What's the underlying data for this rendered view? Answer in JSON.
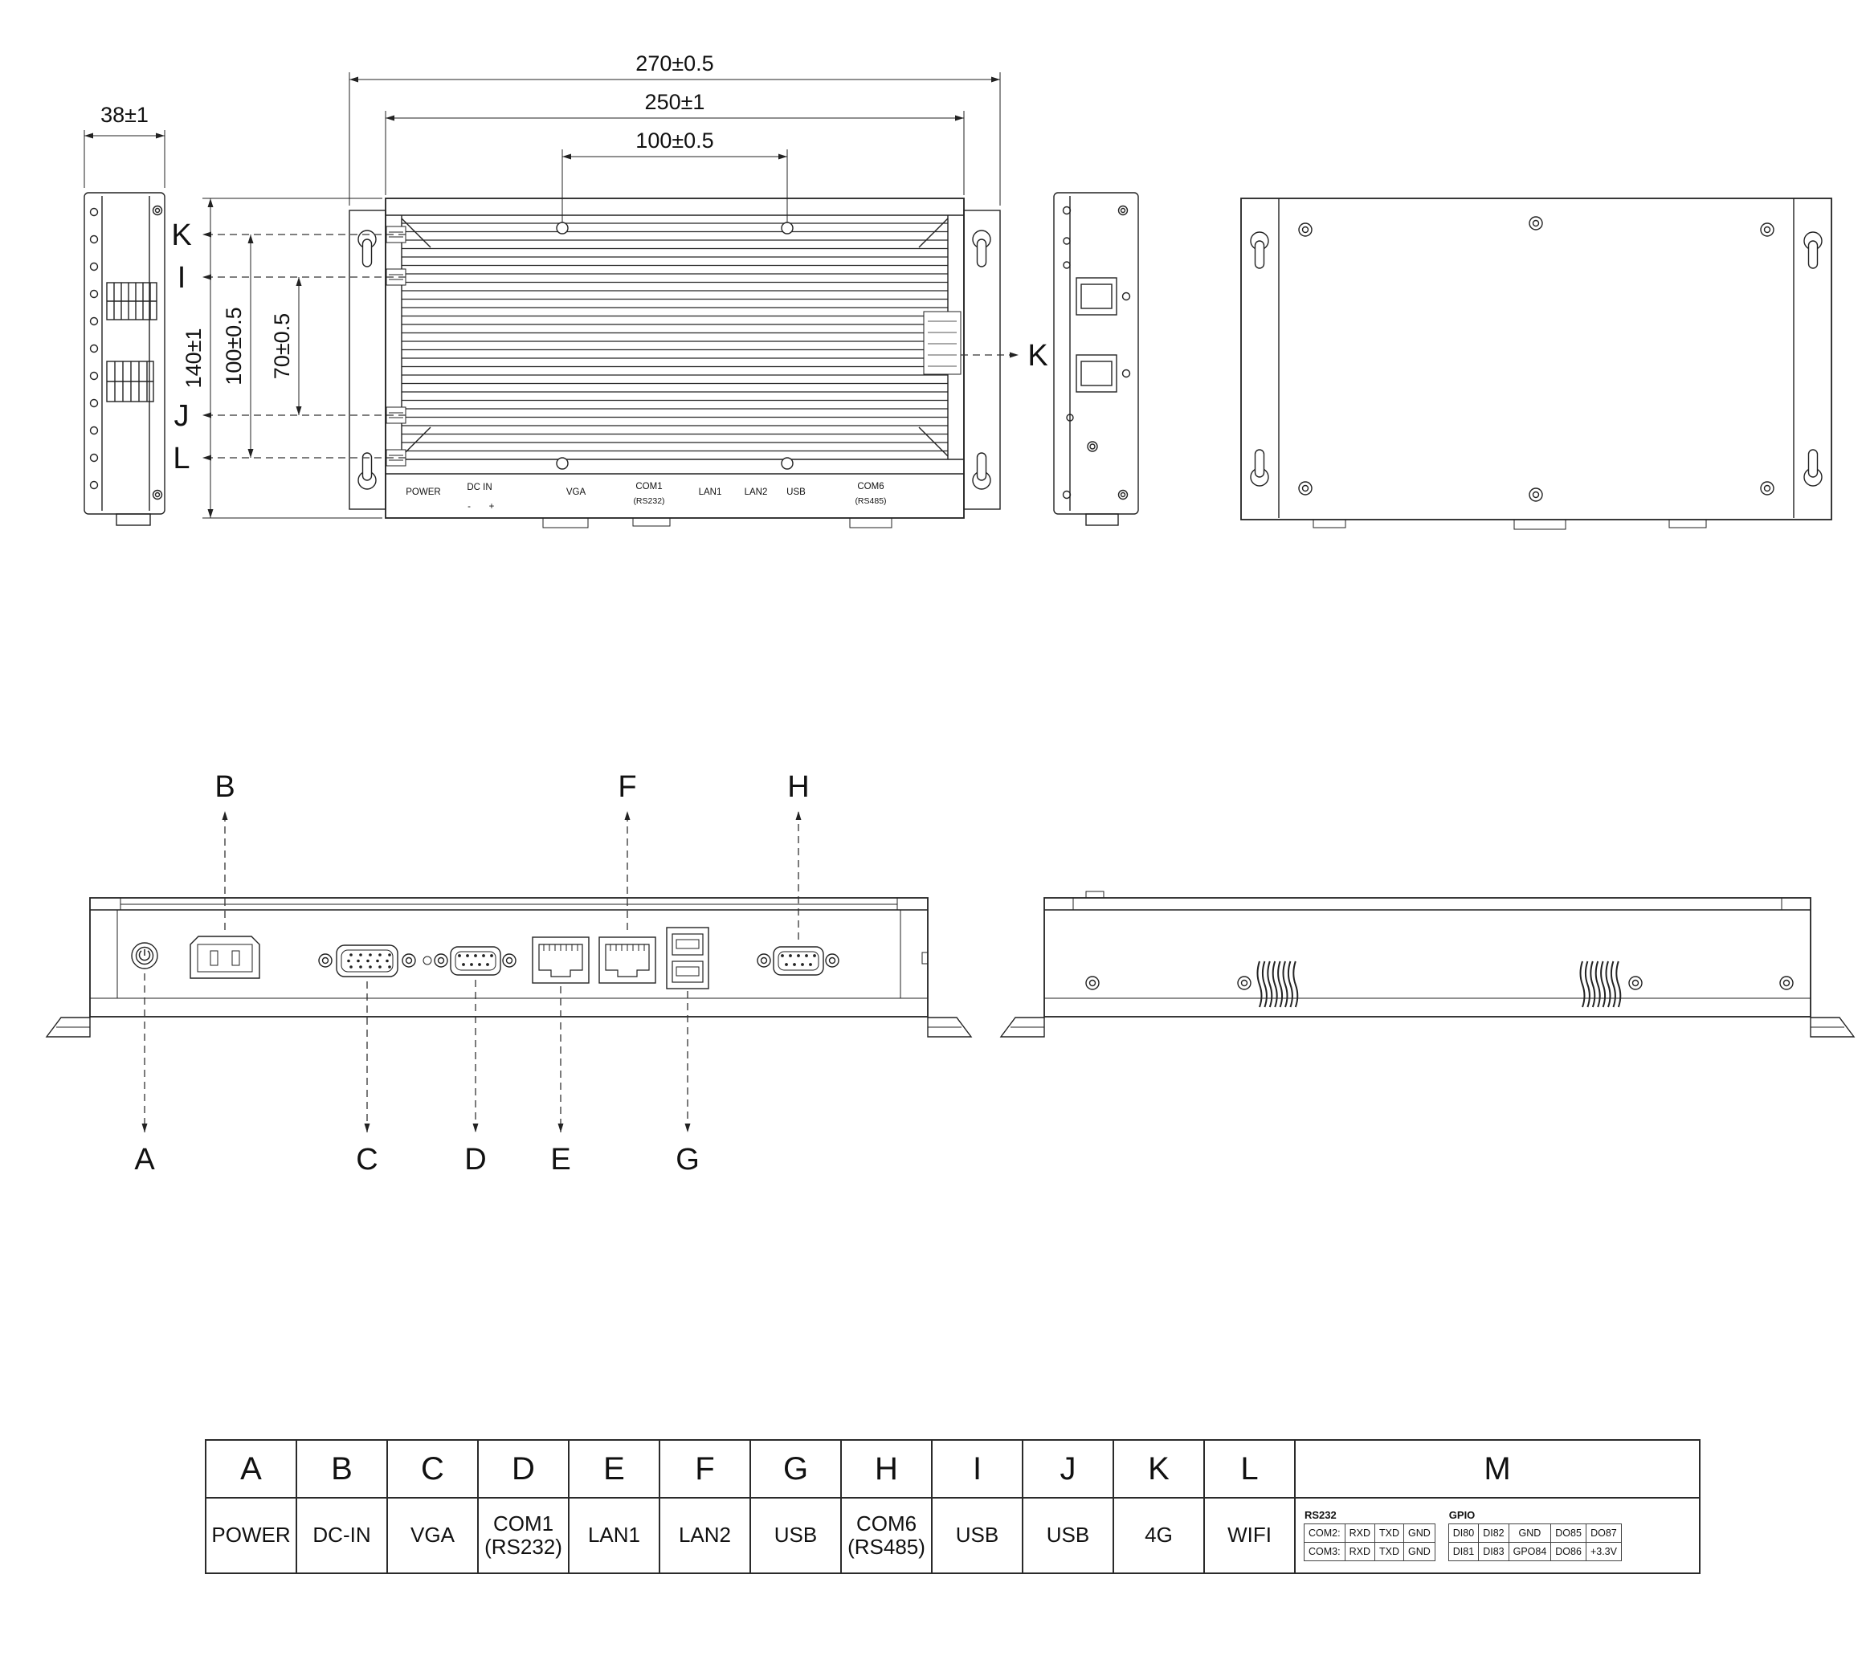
{
  "dims": {
    "d270": "270±0.5",
    "d250": "250±1",
    "d100h": "100±0.5",
    "d38": "38±1",
    "d140": "140±1",
    "d100v": "100±0.5",
    "d70": "70±0.5"
  },
  "callouts": {
    "a": "A",
    "b": "B",
    "c": "C",
    "d": "D",
    "e": "E",
    "f": "F",
    "g": "G",
    "h": "H",
    "i": "I",
    "j": "J",
    "k": "K",
    "l": "L"
  },
  "top_view_strip": {
    "power": "POWER",
    "dc_in": "DC IN",
    "dc_minus": "-",
    "dc_plus": "+",
    "vga": "VGA",
    "com1_l1": "COM1",
    "com1_l2": "(RS232)",
    "lan1": "LAN1",
    "lan2": "LAN2",
    "usb": "USB",
    "com6_l1": "COM6",
    "com6_l2": "(RS485)"
  },
  "legend": {
    "columns": [
      {
        "key": "A",
        "label": "POWER"
      },
      {
        "key": "B",
        "label": "DC-IN"
      },
      {
        "key": "C",
        "label": "VGA"
      },
      {
        "key": "D",
        "label": "COM1 (RS232)"
      },
      {
        "key": "E",
        "label": "LAN1"
      },
      {
        "key": "F",
        "label": "LAN2"
      },
      {
        "key": "G",
        "label": "USB"
      },
      {
        "key": "H",
        "label": "COM6 (RS485)"
      },
      {
        "key": "I",
        "label": "USB"
      },
      {
        "key": "J",
        "label": "USB"
      },
      {
        "key": "K",
        "label": "4G"
      },
      {
        "key": "L",
        "label": "WIFI"
      },
      {
        "key": "M",
        "label": ""
      }
    ],
    "m": {
      "rs232_title": "RS232",
      "rs232_rows": [
        [
          "COM2:",
          "RXD",
          "TXD",
          "GND"
        ],
        [
          "COM3:",
          "RXD",
          "TXD",
          "GND"
        ]
      ],
      "gpio_title": "GPIO",
      "gpio_rows": [
        [
          "DI80",
          "DI82",
          "GND",
          "DO85",
          "DO87"
        ],
        [
          "DI81",
          "DI83",
          "GPO84",
          "DO86",
          "+3.3V"
        ]
      ]
    }
  }
}
